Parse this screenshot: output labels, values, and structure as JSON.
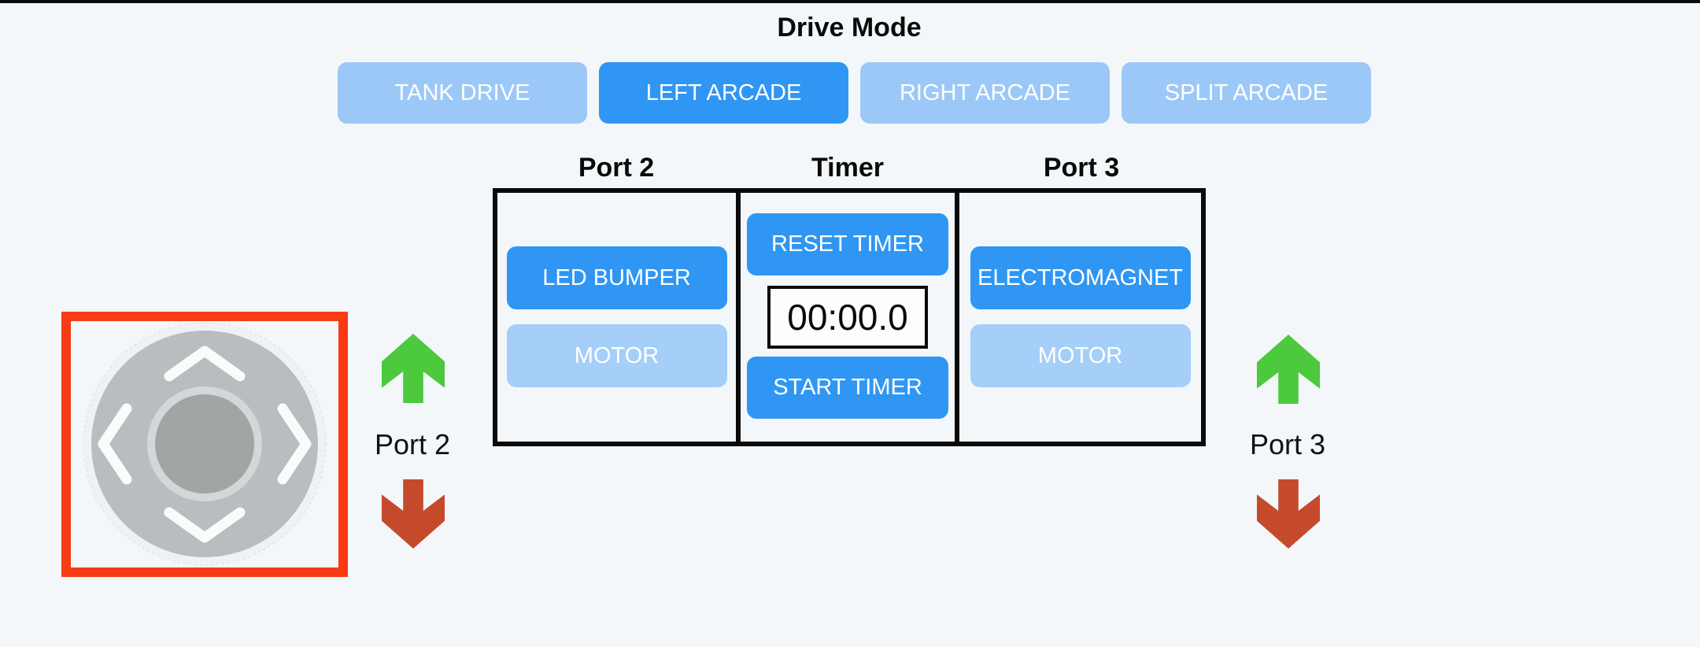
{
  "drive_mode": {
    "title": "Drive Mode",
    "options": [
      {
        "label": "TANK DRIVE",
        "selected": false
      },
      {
        "label": "LEFT ARCADE",
        "selected": true
      },
      {
        "label": "RIGHT ARCADE",
        "selected": false
      },
      {
        "label": "SPLIT ARCADE",
        "selected": false
      }
    ]
  },
  "device_panel": {
    "port2": {
      "header": "Port 2",
      "buttons": [
        {
          "label": "LED BUMPER",
          "state": "active"
        },
        {
          "label": "MOTOR",
          "state": "inactive"
        }
      ]
    },
    "timer": {
      "header": "Timer",
      "reset_button": "RESET TIMER",
      "display_value": "00:00.0",
      "start_button": "START TIMER"
    },
    "port3": {
      "header": "Port 3",
      "buttons": [
        {
          "label": "ELECTROMAGNET",
          "state": "active"
        },
        {
          "label": "MOTOR",
          "state": "inactive"
        }
      ]
    }
  },
  "left_controls": {
    "joystick_selected": true,
    "port_label": "Port 2"
  },
  "right_controls": {
    "port_label": "Port 3"
  },
  "colors": {
    "background": "#F3F7F9",
    "active_blue": "#2F96F3",
    "inactive_blue": "#A5CEF8",
    "drive_inactive_blue": "#9CC8F7",
    "selection_red": "#F83B15",
    "up_arrow_green": "#4CC93D",
    "down_arrow_red": "#C54A2C",
    "text_on_blue": "#FFFFFF",
    "text_black": "#0A0A0A"
  }
}
